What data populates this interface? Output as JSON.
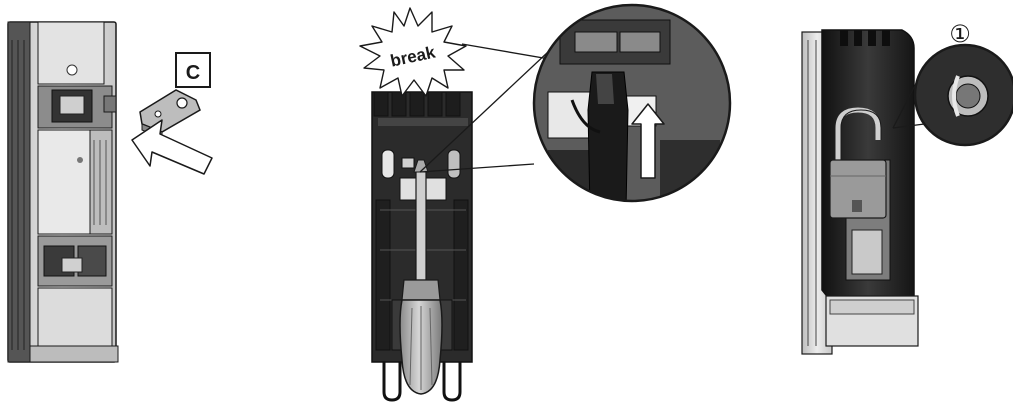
{
  "labels": {
    "step_c": "C",
    "break_word": "break",
    "callout_number": "①"
  },
  "colors": {
    "line": "#1a1a1a",
    "housing_dark": "#222222",
    "housing_mid": "#555555",
    "housing_light": "#d9d9d9",
    "background": "#ffffff"
  },
  "icons": {
    "insert_arrow": "outline-arrow-left-up-icon",
    "lift_arrow": "outline-arrow-up-icon",
    "break_burst": "starburst-icon"
  }
}
